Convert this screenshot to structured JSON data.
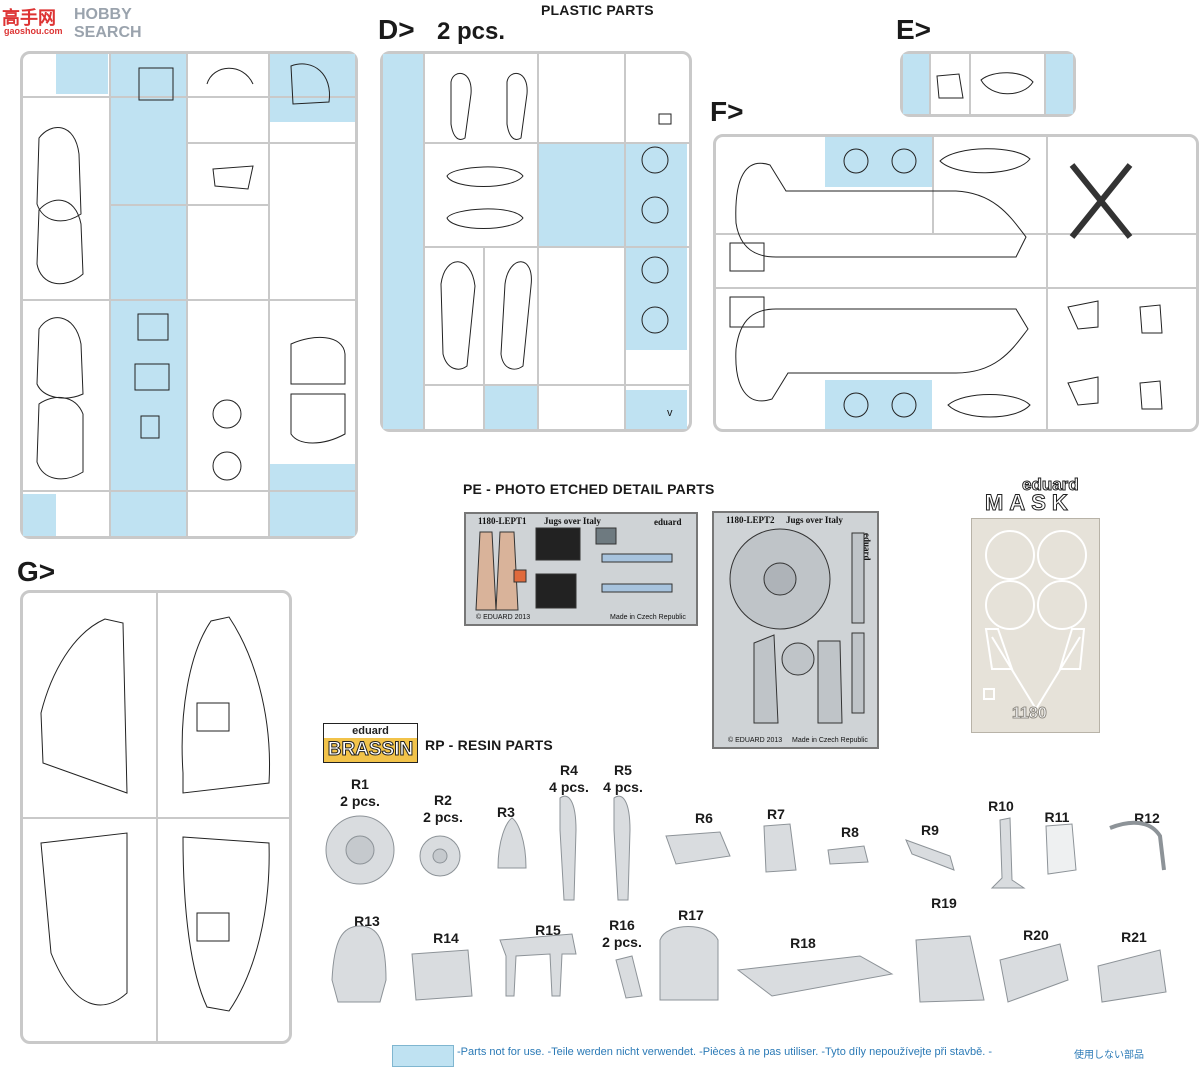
{
  "header": {
    "watermark_logo": "高手网",
    "watermark_sub": "gaoshou.com",
    "watermark_text": "HOBBY SEARCH",
    "plastic_title": "PLASTIC PARTS"
  },
  "sprues": {
    "d": {
      "letter": "D>",
      "count": "2 pcs."
    },
    "e": {
      "letter": "E>"
    },
    "f": {
      "letter": "F>"
    },
    "g": {
      "letter": "G>"
    }
  },
  "sprue_d_mark": "v",
  "pe": {
    "title": "PE - PHOTO ETCHED DETAIL PARTS",
    "fret1": {
      "code": "1180-LEPT1",
      "name": "Jugs over Italy",
      "brand": "eduard",
      "copyright": "© EDUARD 2013",
      "made_in": "Made in Czech Republic"
    },
    "fret2": {
      "code": "1180-LEPT2",
      "name": "Jugs over Italy",
      "brand": "eduard",
      "copyright": "© EDUARD 2013",
      "made_in": "Made in Czech Republic"
    }
  },
  "mask": {
    "brand": "eduard",
    "title": "MASK",
    "number": "1180"
  },
  "resin": {
    "brand_top": "eduard",
    "brand_main": "BRASSIN",
    "title": "RP - RESIN PARTS",
    "parts": [
      {
        "id": "R1",
        "note": "2 pcs."
      },
      {
        "id": "R2",
        "note": "2 pcs."
      },
      {
        "id": "R3",
        "note": ""
      },
      {
        "id": "R4",
        "note": "4 pcs."
      },
      {
        "id": "R5",
        "note": "4 pcs."
      },
      {
        "id": "R6",
        "note": ""
      },
      {
        "id": "R7",
        "note": ""
      },
      {
        "id": "R8",
        "note": ""
      },
      {
        "id": "R9",
        "note": ""
      },
      {
        "id": "R10",
        "note": ""
      },
      {
        "id": "R11",
        "note": ""
      },
      {
        "id": "R12",
        "note": ""
      },
      {
        "id": "R13",
        "note": ""
      },
      {
        "id": "R14",
        "note": ""
      },
      {
        "id": "R15",
        "note": ""
      },
      {
        "id": "R16",
        "note": "2 pcs."
      },
      {
        "id": "R17",
        "note": ""
      },
      {
        "id": "R18",
        "note": ""
      },
      {
        "id": "R19",
        "note": ""
      },
      {
        "id": "R20",
        "note": ""
      },
      {
        "id": "R21",
        "note": ""
      }
    ]
  },
  "legend": {
    "text": "-Parts not for use. -Teile werden nicht verwendet. -Pièces à ne pas utiliser. -Tyto díly nepoužívejte při stavbě. -",
    "japanese": "使用しない部品"
  },
  "colors": {
    "not_for_use": "#bfe2f2",
    "frame": "#c9c9c9",
    "legend_text": "#2b7ab6"
  }
}
